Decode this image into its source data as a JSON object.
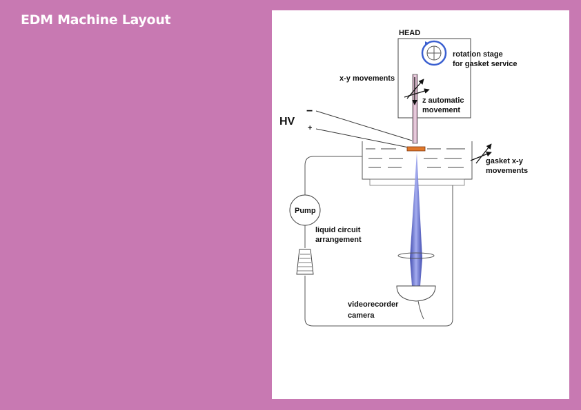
{
  "slide": {
    "title": "EDM Machine Layout"
  },
  "diagram": {
    "labels": {
      "head": "HEAD",
      "rotation_stage_line1": "rotation stage",
      "rotation_stage_line2": "for gasket service",
      "xy_movements": "x-y movements",
      "z_automatic_line1": "z automatic",
      "z_automatic_line2": "movement",
      "hv": "HV",
      "minus": "−",
      "plus": "+",
      "gasket_xy_line1": "gasket x-y",
      "gasket_xy_line2": "movements",
      "pump": "Pump",
      "liquid_circuit_line1": "liquid circuit",
      "liquid_circuit_line2": "arrangement",
      "videorecorder": "videorecorder",
      "camera": "camera"
    },
    "colors": {
      "beam": "#4a55c8",
      "rotation_ring": "#3a5fd0",
      "gasket": "#e0782a",
      "electrode": "#e8c8d8",
      "line": "#333333"
    }
  }
}
